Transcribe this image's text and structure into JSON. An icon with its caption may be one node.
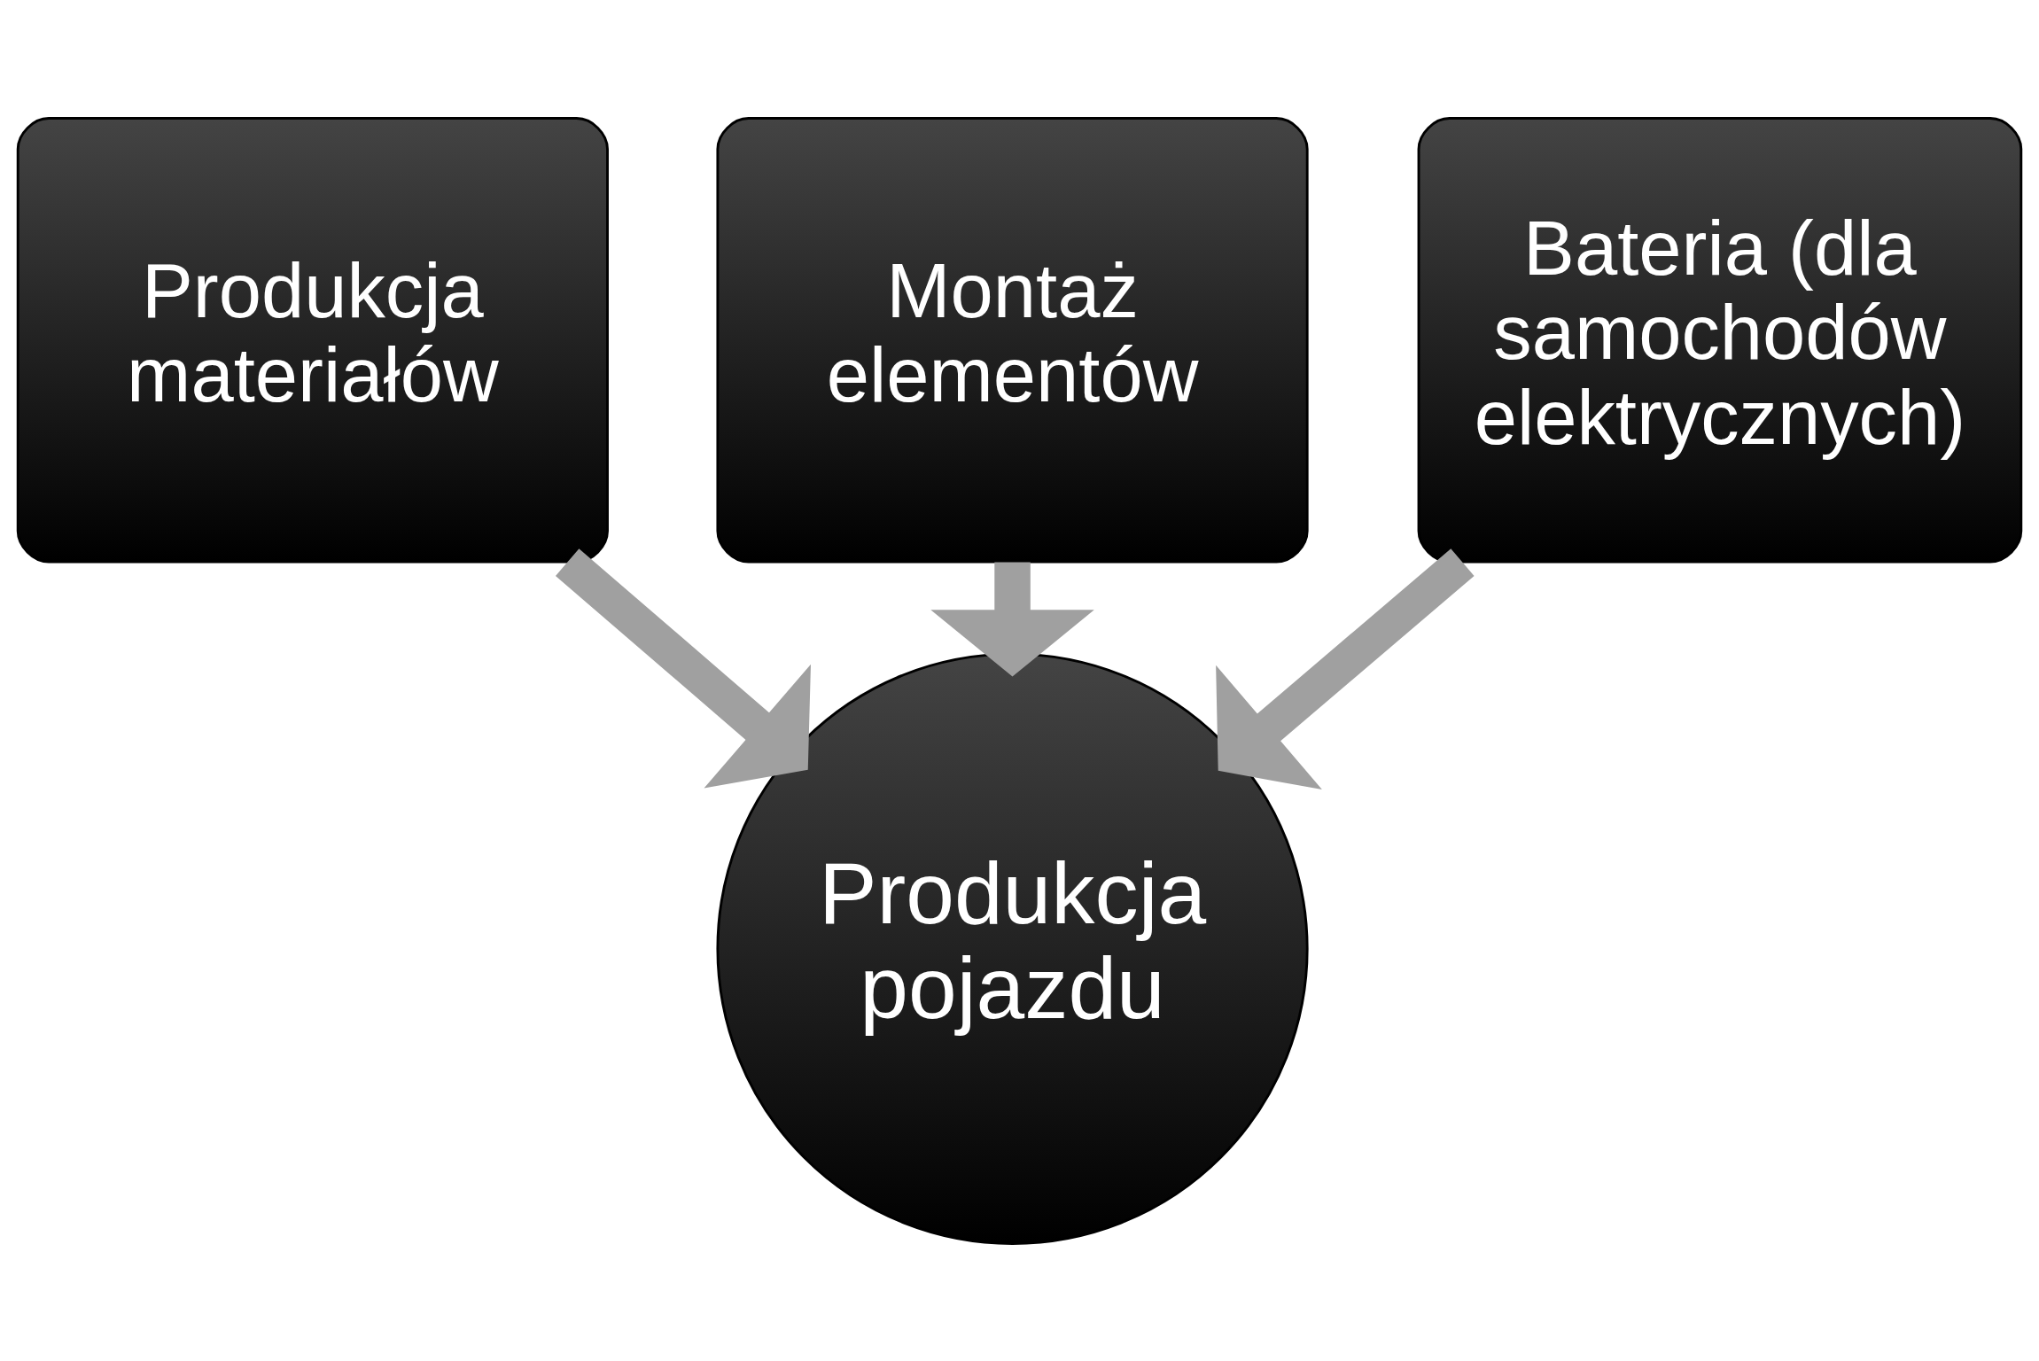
{
  "diagram": {
    "nodes": [
      {
        "text": [
          "Produkcja materiałów"
        ]
      },
      {
        "text": [
          "Montaż elementów"
        ]
      },
      {
        "text": [
          "Bateria (dla samochodów elektrycznych)"
        ]
      },
      {
        "text": [
          "Produkcja pojazdu"
        ]
      }
    ],
    "edges": [
      {
        "from": 0,
        "to": 3,
        "arrow": "to"
      },
      {
        "from": 1,
        "to": 3,
        "arrow": "to"
      },
      {
        "from": 2,
        "to": 3,
        "arrow": "to"
      }
    ]
  }
}
